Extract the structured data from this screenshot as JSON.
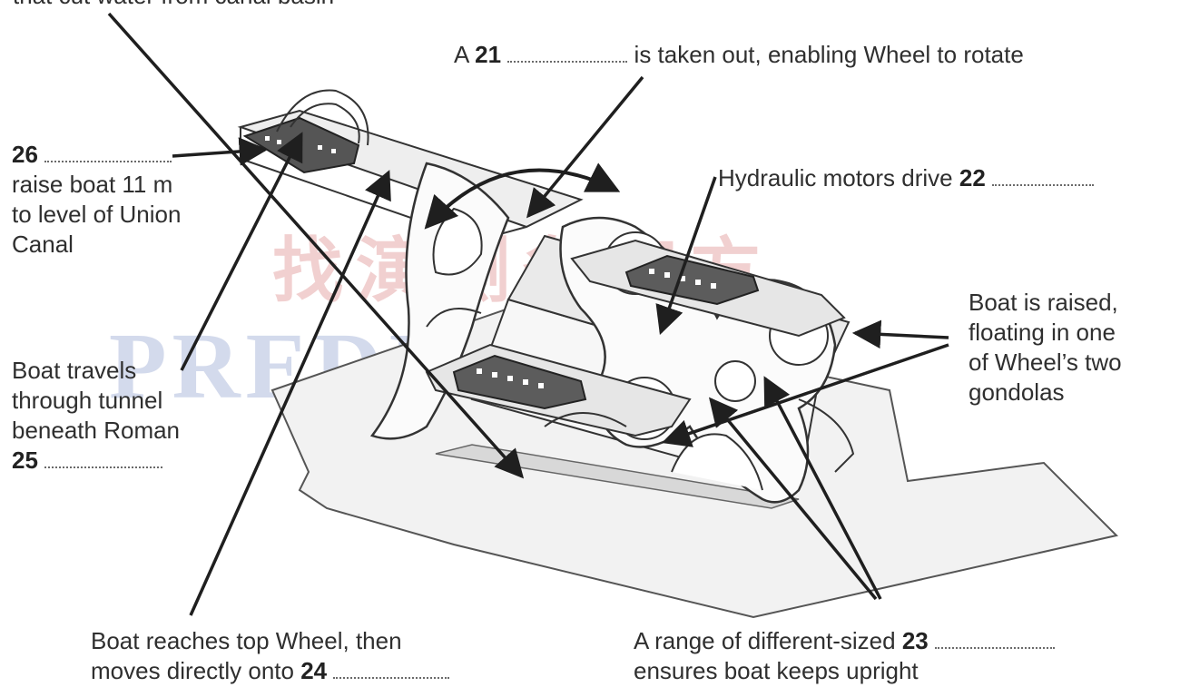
{
  "labels": {
    "top_cut": "that cut water from canal basin",
    "q21": {
      "prefix": "A",
      "number": "21",
      "suffix": "is taken out, enabling Wheel to rotate"
    },
    "q26": {
      "number": "26",
      "line2": "raise boat 11 m",
      "line3": "to level of Union",
      "line4": "Canal"
    },
    "q22": {
      "text": "Hydraulic motors drive",
      "number": "22"
    },
    "gondolas": {
      "line1": "Boat is raised,",
      "line2": "floating in one",
      "line3": "of Wheel’s two",
      "line4": "gondolas"
    },
    "q25": {
      "line1": "Boat travels",
      "line2": "through tunnel",
      "line3": "beneath Roman",
      "number": "25"
    },
    "q24": {
      "line1": "Boat reaches top Wheel, then",
      "line2": "moves directly onto",
      "number": "24"
    },
    "q23": {
      "line1": "A range of different-sized",
      "number": "23",
      "line2": "ensures boat keeps upright"
    }
  },
  "watermark": {
    "chinese": "找演测备官方",
    "english": "PREDICTIONS"
  },
  "colors": {
    "ink": "#2f2f2f",
    "line": "#1f1f1f",
    "watermark_blue": "#c9d1e8",
    "watermark_red": "#efcaca"
  }
}
